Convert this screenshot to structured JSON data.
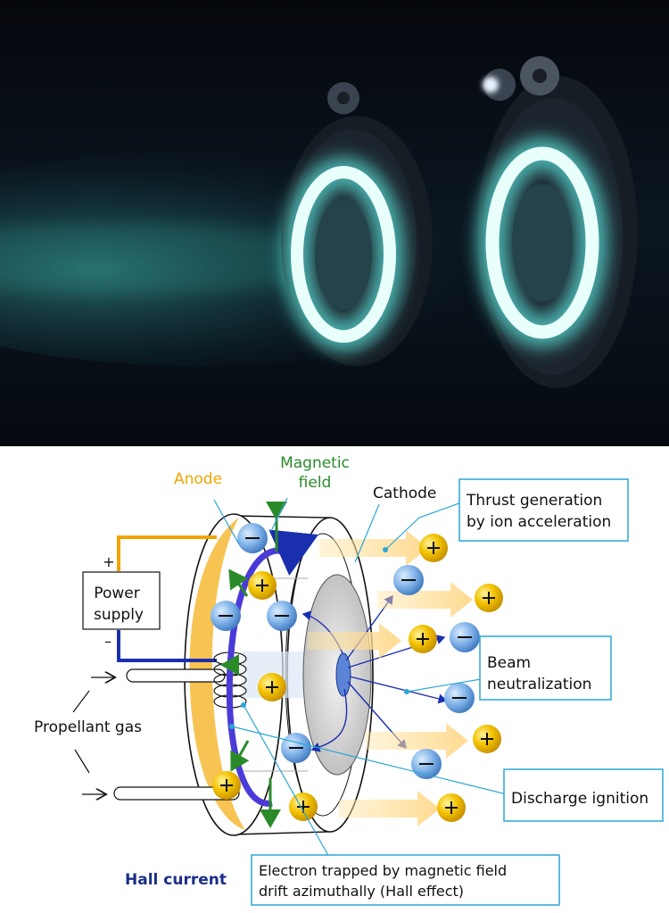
{
  "labels": {
    "anode": "Anode",
    "magnetic_field": [
      "Magnetic",
      "field"
    ],
    "cathode": "Cathode",
    "thrust": [
      "Thrust generation",
      "by ion acceleration"
    ],
    "power_supply": [
      "Power",
      "supply"
    ],
    "plus": "+",
    "minus": "–",
    "beam_neutralization": [
      "Beam",
      "neutralization"
    ],
    "propellant_gas": "Propellant gas",
    "discharge_ignition": "Discharge ignition",
    "hall_current": "Hall current",
    "electron_trapped": [
      "Electron trapped by magnetic field",
      "drift azimuthally (Hall effect)"
    ]
  },
  "colors": {
    "anode": "#f0a400",
    "magnetic_field": "#2a8a2a",
    "hall_current": "#1a2f8a",
    "callout_border": "#2aa6d6",
    "ion": "#f2c200",
    "electron": "#6fa8e0",
    "plasma_glow": "#5de8e0"
  }
}
